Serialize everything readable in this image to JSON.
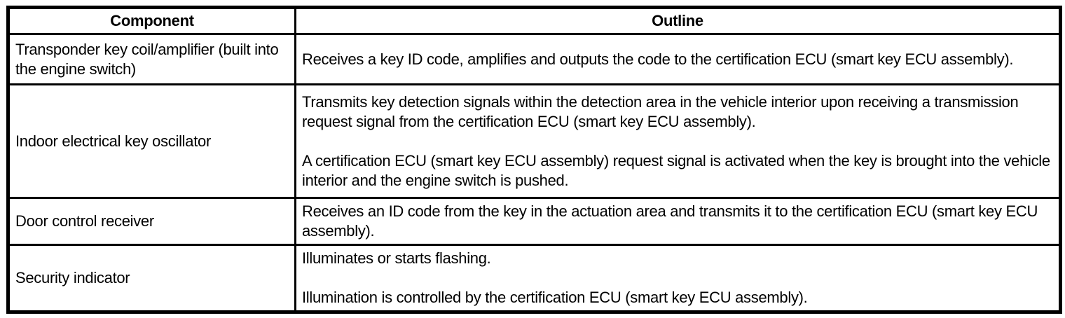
{
  "table": {
    "columns": [
      {
        "label": "Component"
      },
      {
        "label": "Outline"
      }
    ],
    "rows": [
      {
        "component": "Transponder key coil/amplifier (built into the engine switch)",
        "outline": [
          "Receives a key ID code, amplifies and outputs the code to the certification ECU (smart key ECU assembly)."
        ]
      },
      {
        "component": "Indoor electrical key oscillator",
        "outline": [
          "Transmits key detection signals within the detection area in the vehicle interior upon receiving a transmission request signal from the certification ECU (smart key ECU assembly).",
          "A certification ECU (smart key ECU assembly) request signal is activated when the key is brought into the vehicle interior and the engine switch is pushed."
        ]
      },
      {
        "component": "Door control receiver",
        "outline": [
          "Receives an ID code from the key in the actuation area and transmits it to the certification ECU (smart key ECU assembly)."
        ]
      },
      {
        "component": "Security indicator",
        "outline": [
          "Illuminates or starts flashing.",
          "Illumination is controlled by the certification ECU (smart key ECU assembly)."
        ]
      }
    ]
  }
}
